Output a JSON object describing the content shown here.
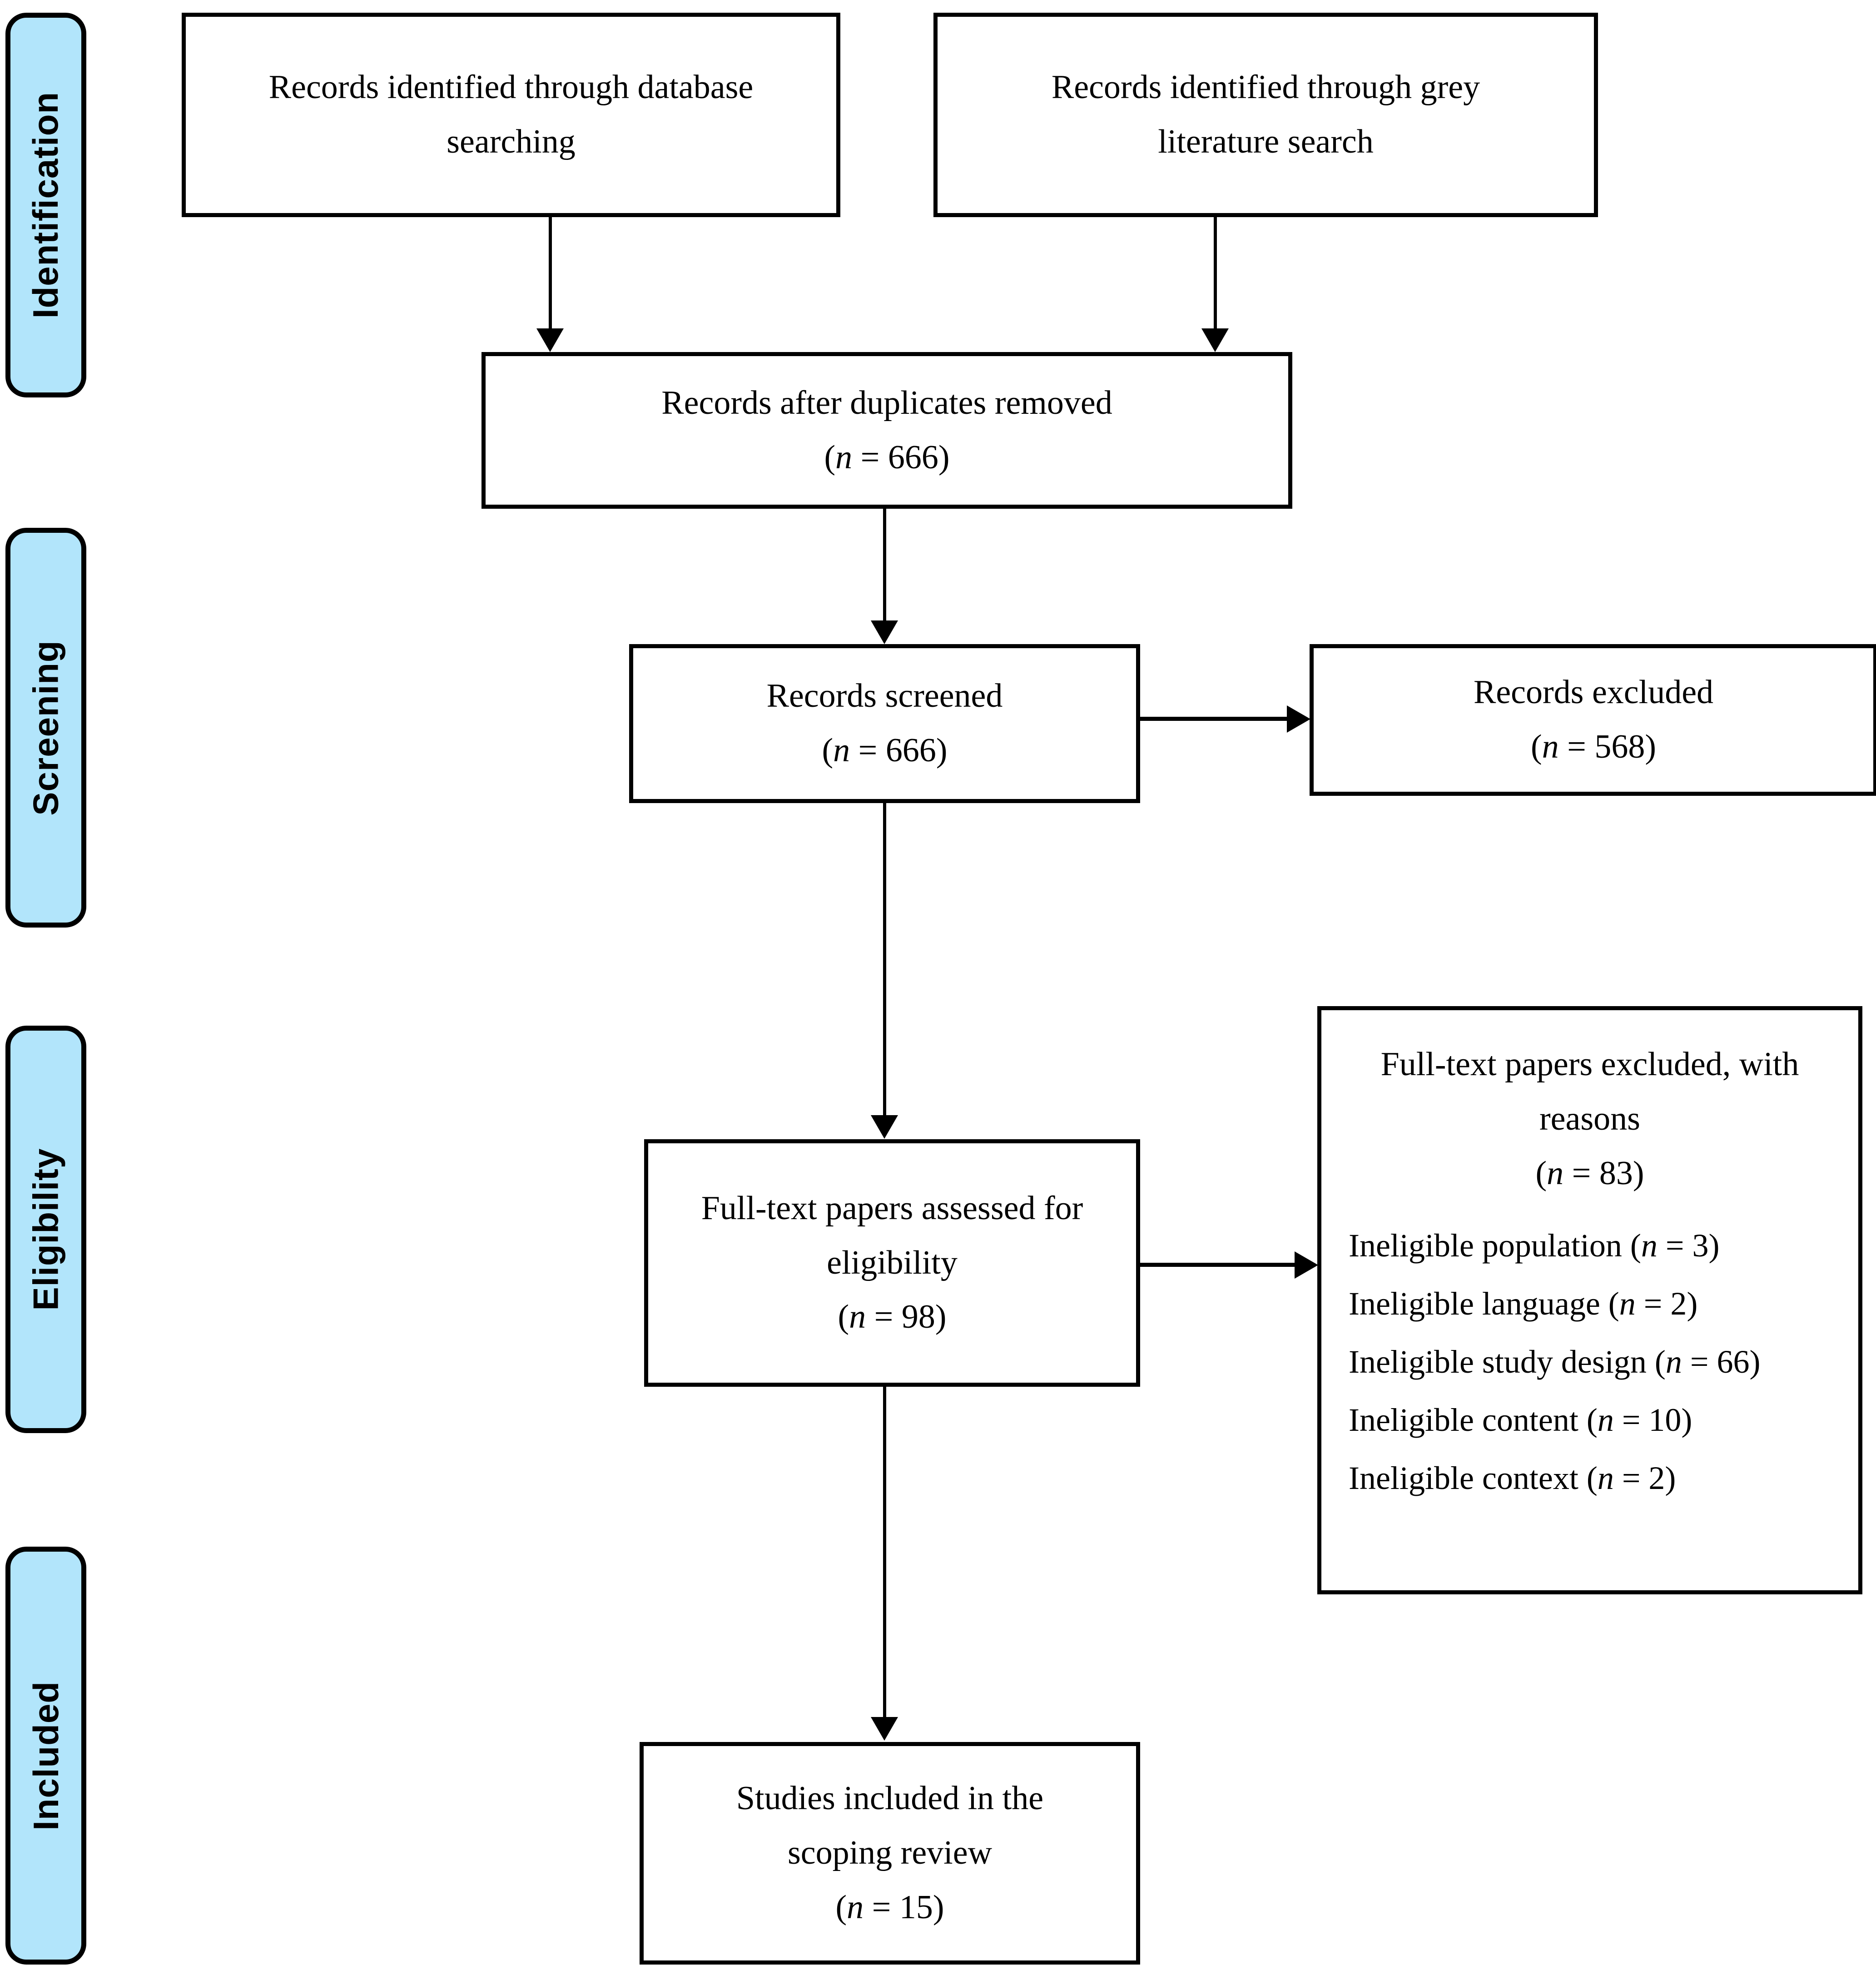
{
  "diagram": {
    "type": "prisma-flow-diagram",
    "accent_color": "#b2e5fb",
    "border_color": "#000000",
    "background_color": "#ffffff"
  },
  "stages": [
    {
      "label": "Identification"
    },
    {
      "label": "Screening"
    },
    {
      "label": "Eligibility"
    },
    {
      "label": "Included"
    }
  ],
  "boxes": {
    "database_search": {
      "line1": "Records identified through database",
      "line2": "searching"
    },
    "grey_literature": {
      "line1": "Records identified through grey",
      "line2": "literature search"
    },
    "duplicates_removed": {
      "line1": "Records after duplicates removed",
      "count_open": "(",
      "count_n": "n",
      "count_eq": " = 666)"
    },
    "records_screened": {
      "line1": "Records screened",
      "count_open": "(",
      "count_n": "n",
      "count_eq": " = 666)"
    },
    "records_excluded": {
      "line1": "Records excluded",
      "count_open": "(",
      "count_n": "n",
      "count_eq": " = 568)"
    },
    "fulltext_assessed": {
      "line1": "Full-text papers assessed for",
      "line2": "eligibility",
      "count_open": "(",
      "count_n": "n",
      "count_eq": " = 98)"
    },
    "fulltext_excluded": {
      "line1": "Full-text papers excluded, with",
      "line2": "reasons",
      "count_open": "(",
      "count_n": "n",
      "count_eq": " = 83)",
      "reasons": [
        {
          "label": "Ineligible population (",
          "n": "n",
          "value": " = 3)"
        },
        {
          "label": "Ineligible language (",
          "n": "n",
          "value": " = 2)"
        },
        {
          "label": "Ineligible study design (",
          "n": "n",
          "value": " = 66)"
        },
        {
          "label": "Ineligible content (",
          "n": "n",
          "value": " = 10)"
        },
        {
          "label": "Ineligible context (",
          "n": "n",
          "value": " = 2)"
        }
      ]
    },
    "studies_included": {
      "line1": "Studies included in the",
      "line2": "scoping review",
      "count_open": "(",
      "count_n": "n",
      "count_eq": " = 15)"
    }
  },
  "counts": {
    "records_after_duplicates": 666,
    "records_screened": 666,
    "records_excluded": 568,
    "fulltext_assessed": 98,
    "fulltext_excluded": 83,
    "ineligible_population": 3,
    "ineligible_language": 2,
    "ineligible_study_design": 66,
    "ineligible_content": 10,
    "ineligible_context": 2,
    "studies_included": 15
  }
}
